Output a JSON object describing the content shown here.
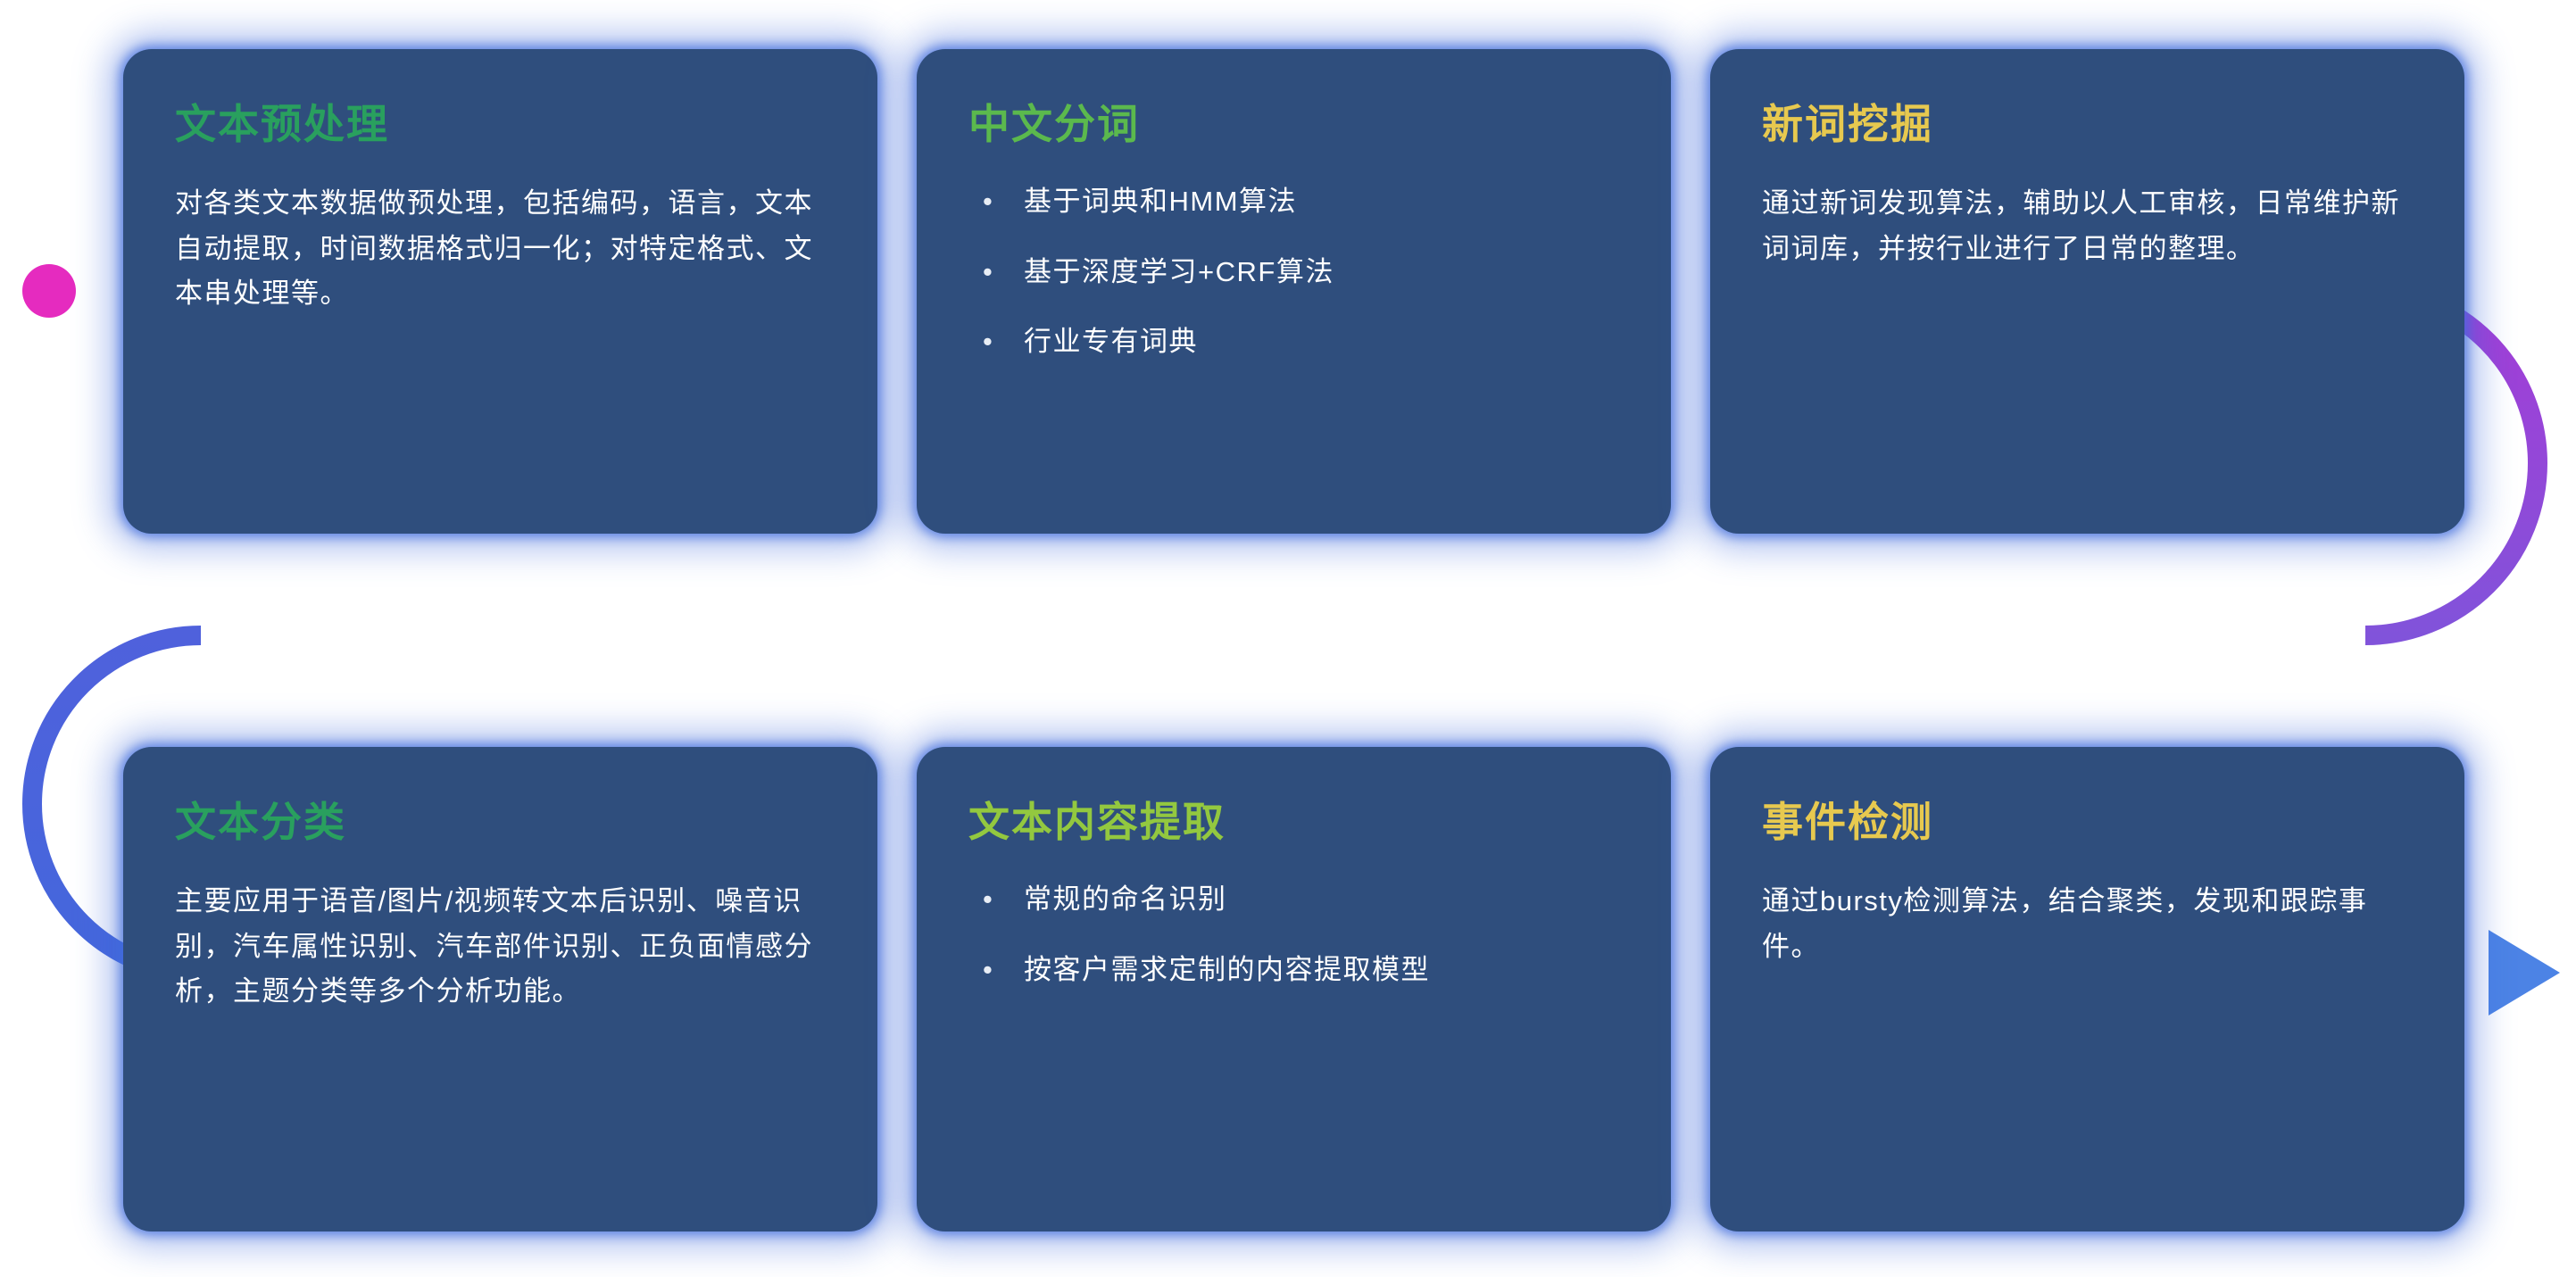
{
  "flow": {
    "colors": {
      "dot": "#e52bbf",
      "magenta": "#dd2ac8",
      "purple_light": "#a53cd6",
      "purple": "#8153da",
      "blue_purple": "#4f61dc",
      "blue": "#4467dc",
      "blue_bright": "#4c83e5",
      "arrow": "#4c83e5"
    },
    "card_background": "#2f4e7d",
    "card_glow": "#406cdc"
  },
  "cards": [
    {
      "title": "文本预处理",
      "title_color": "#29a05e",
      "body": "对各类文本数据做预处理，包括编码，语言，文本自动提取，时间数据格式归一化；对特定格式、文本串处理等。",
      "bullets": []
    },
    {
      "title": "中文分词",
      "title_color": "#5bb94d",
      "body": "",
      "bullets": [
        "基于词典和HMM算法",
        "基于深度学习+CRF算法",
        "行业专有词典"
      ]
    },
    {
      "title": "新词挖掘",
      "title_color": "#e7c94f",
      "body": "通过新词发现算法，辅助以人工审核，日常维护新词词库，并按行业进行了日常的整理。",
      "bullets": []
    },
    {
      "title": "文本分类",
      "title_color": "#29a05e",
      "body": "主要应用于语音/图片/视频转文本后识别、噪音识别，汽车属性识别、汽车部件识别、正负面情感分析，主题分类等多个分析功能。",
      "bullets": []
    },
    {
      "title": "文本内容提取",
      "title_color": "#93c83f",
      "body": "",
      "bullets": [
        "常规的命名识别",
        "按客户需求定制的内容提取模型"
      ]
    },
    {
      "title": "事件检测",
      "title_color": "#e7c94f",
      "body": "通过bursty检测算法，结合聚类，发现和跟踪事件。",
      "bullets": []
    }
  ]
}
